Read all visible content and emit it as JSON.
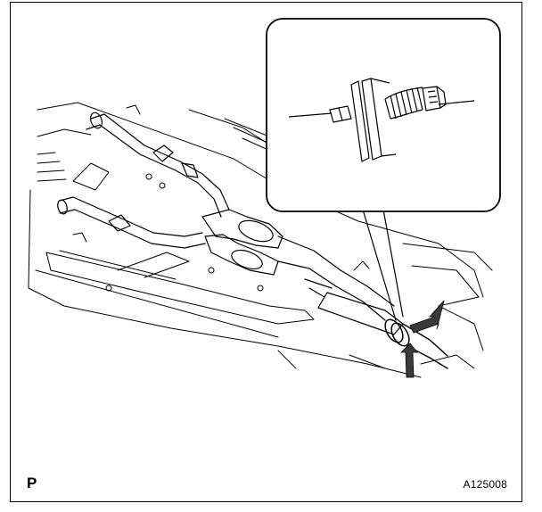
{
  "figure": {
    "corner_mark": "P",
    "figure_id": "A125008"
  },
  "colors": {
    "line": "#000000",
    "background": "#ffffff",
    "arrow_fill": "#3a3a3a"
  },
  "icons": {
    "detail_callout": "magnified-bolt-spring-detail",
    "pointer": "arrow-icon"
  }
}
